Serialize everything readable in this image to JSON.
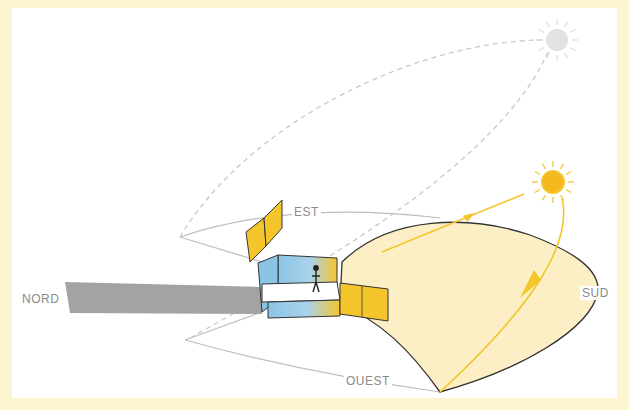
{
  "diagram": {
    "labels": [
      "EST",
      "NORD",
      "SUD",
      "OUEST"
    ]
  }
}
